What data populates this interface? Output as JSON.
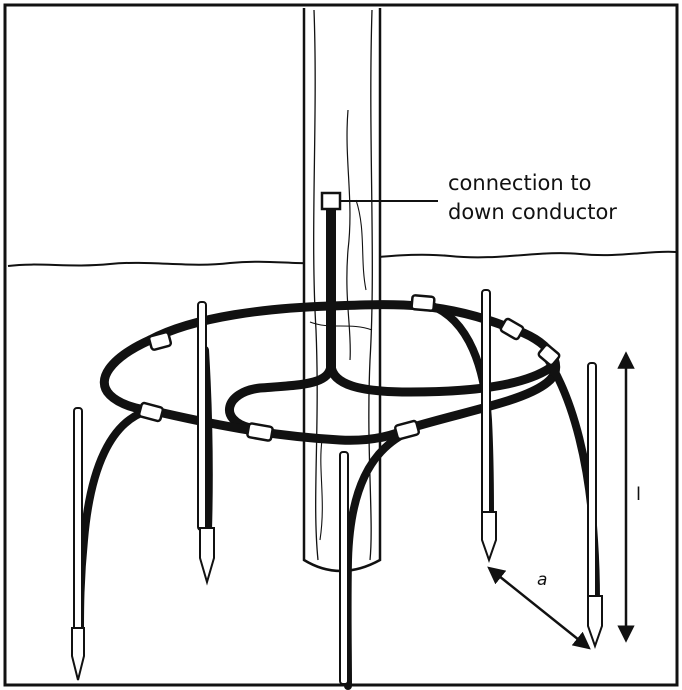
{
  "diagram": {
    "callout": {
      "line1": "connection to",
      "line2": "down conductor"
    },
    "dimension_length": "l",
    "dimension_spacing": "a"
  },
  "colors": {
    "ink": "#111111",
    "background": "#ffffff"
  }
}
